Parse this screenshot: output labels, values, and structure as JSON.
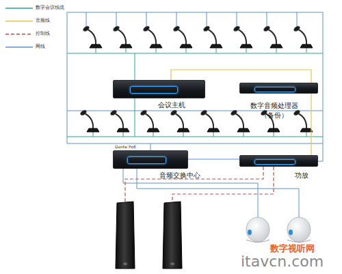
{
  "diagram": {
    "nodes": [
      {
        "text": [
          "会议主机"
        ]
      },
      {
        "text": [
          "数字音频处理器 （备份）"
        ]
      },
      {
        "text": [
          "音频交换中心"
        ]
      },
      {
        "text": [
          "功放"
        ]
      }
    ],
    "edges": [
      {
        "from": 0,
        "to": 1,
        "arrow": "none"
      },
      {
        "from": 1,
        "to": 3,
        "arrow": "none"
      },
      {
        "from": 2,
        "to": 3,
        "arrow": "none"
      }
    ],
    "labels": [
      "Dante PoE",
      "数字视听网",
      "itavcn.com"
    ],
    "legend": [
      {
        "text": "数字会议线缆"
      },
      {
        "text": "音频线"
      },
      {
        "text": "控制线"
      },
      {
        "text": "网线"
      }
    ]
  }
}
